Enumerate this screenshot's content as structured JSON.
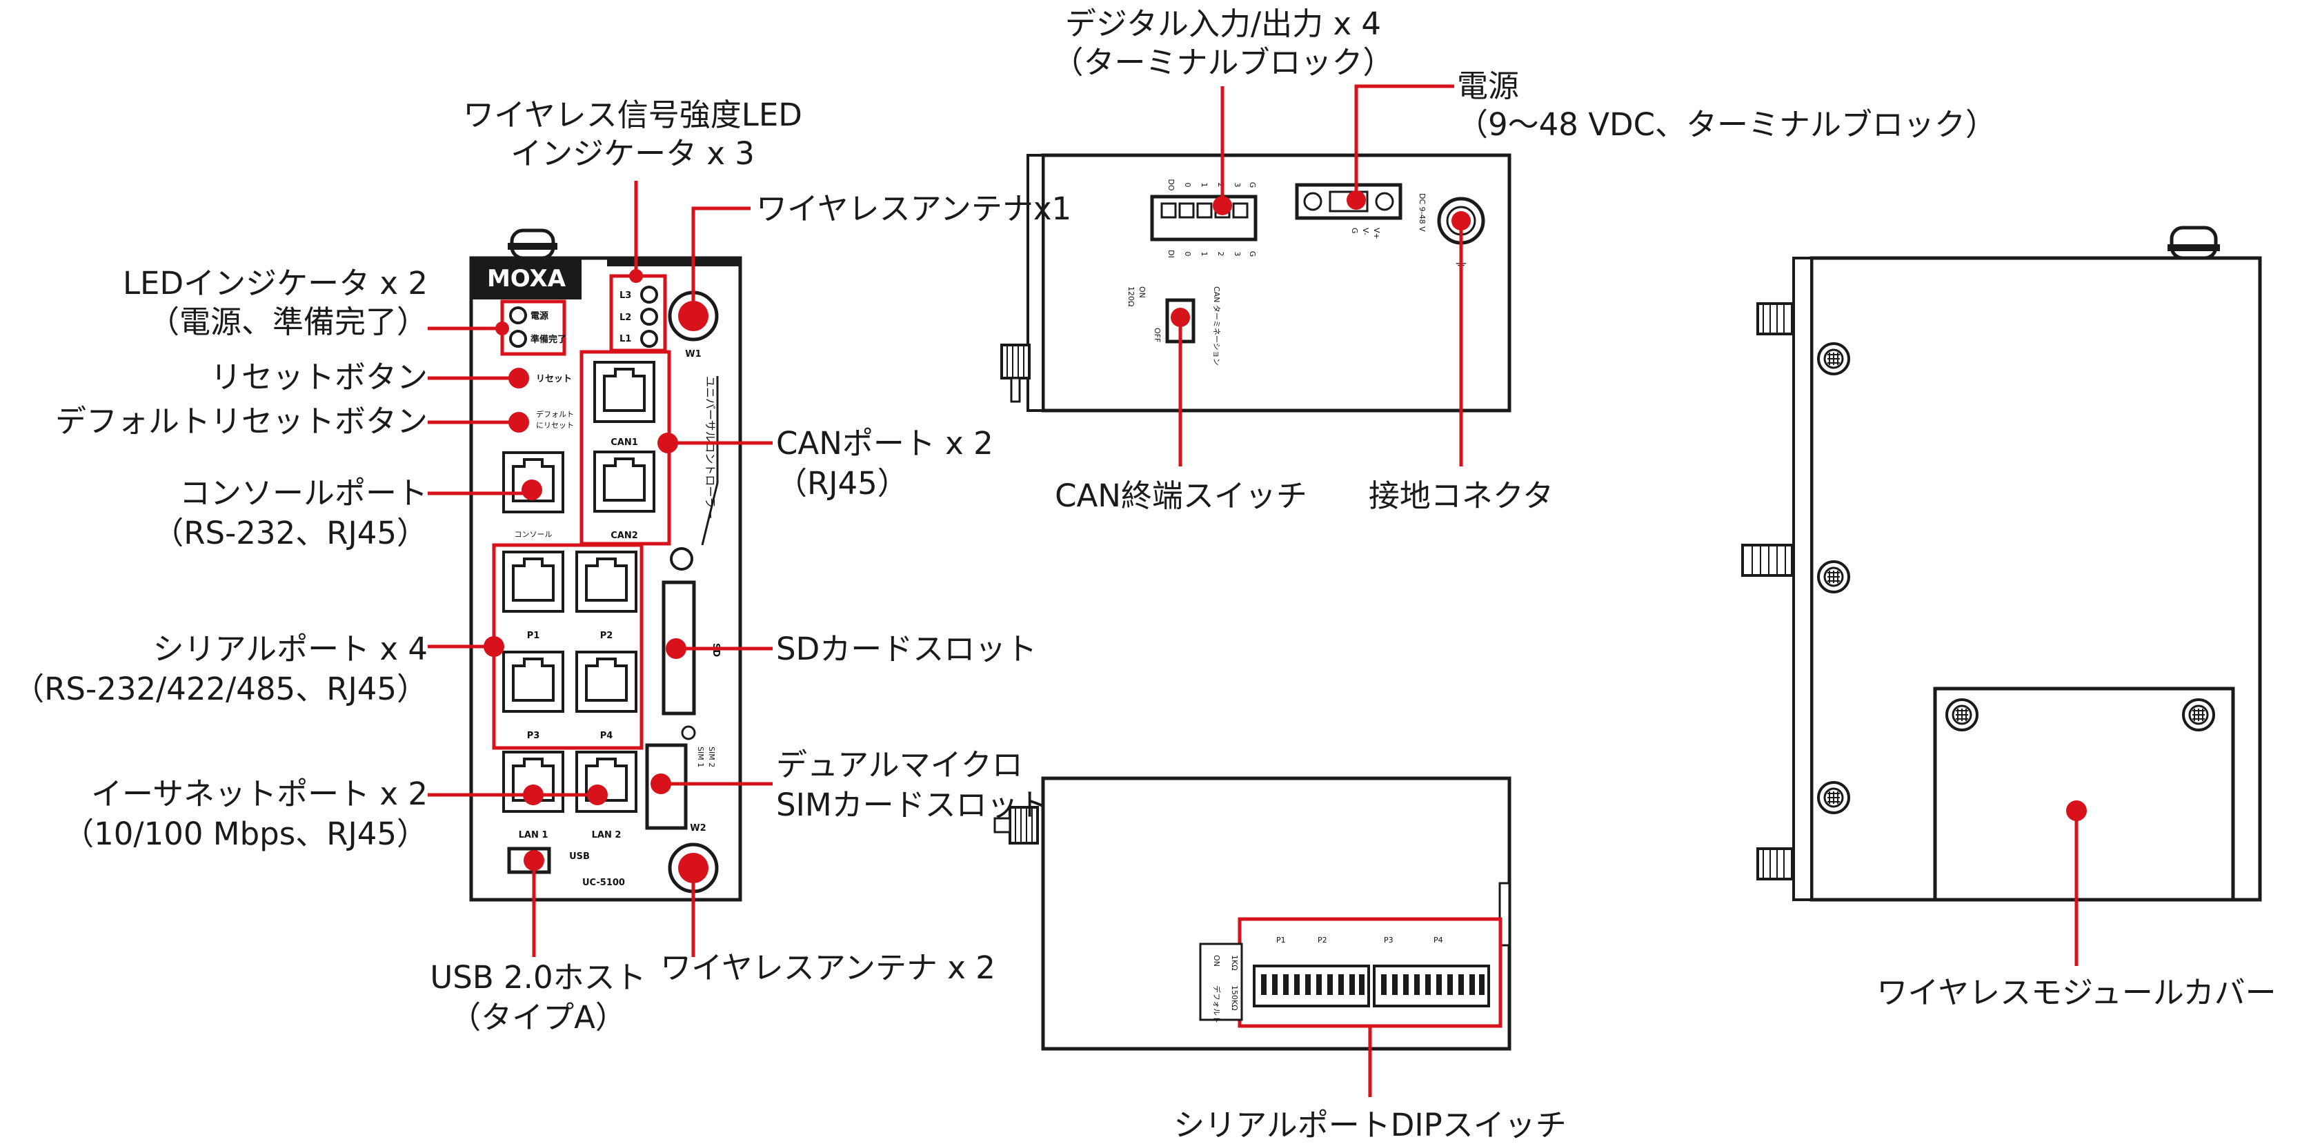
{
  "device": {
    "brand": "MOXA",
    "model": "UC-5100",
    "front_labels": {
      "power": "電源",
      "ready": "準備完了",
      "reset": "リセット",
      "default_reset_1": "デフォルト",
      "default_reset_2": "にリセット",
      "console": "コンソール",
      "can1": "CAN1",
      "can2": "CAN2",
      "p1": "P1",
      "p2": "P2",
      "p3": "P3",
      "p4": "P4",
      "lan1": "LAN 1",
      "lan2": "LAN 2",
      "usb": "USB",
      "w1": "W1",
      "w2": "W2",
      "l1": "L1",
      "l2": "L2",
      "l3": "L3",
      "sd": "SD",
      "sim1": "SIM 1",
      "sim2": "SIM 2",
      "vertical_text": "ユニバーサルコントローラー"
    },
    "top_labels": {
      "dc": "DC 9-48 V",
      "can_term": "CAN ターミネーション",
      "on": "ON",
      "ohm": "120Ω",
      "off": "OFF",
      "vplus": "V+",
      "vminus": "V-",
      "gnd": "G",
      "di": "DI",
      "do": "DO",
      "pin_top": [
        "DO",
        "0",
        "1",
        "2",
        "3",
        "G"
      ],
      "pin_bottom": [
        "DI",
        "0",
        "1",
        "2",
        "3",
        "G"
      ]
    },
    "bottom_labels": {
      "on": "ON",
      "kohm1": "1KΩ",
      "default": "デフォルト",
      "kohm150": "150KΩ",
      "p1": "P1",
      "p2": "P2",
      "p3": "P3",
      "p4": "P4"
    }
  },
  "callouts": {
    "led_indicators": [
      "LEDインジケータ x 2",
      "（電源、準備完了）"
    ],
    "reset_button": [
      "リセットボタン"
    ],
    "default_reset_button": [
      "デフォルトリセットボタン"
    ],
    "console_port": [
      "コンソールポート",
      "（RS-232、RJ45）"
    ],
    "serial_ports": [
      "シリアルポート x 4",
      "（RS-232/422/485、RJ45）"
    ],
    "ethernet_ports": [
      "イーサネットポート x 2",
      "（10/100 Mbps、RJ45）"
    ],
    "usb_host": [
      "USB 2.0ホスト",
      "（タイプA）"
    ],
    "wireless_antenna_2": [
      "ワイヤレスアンテナ x 2"
    ],
    "signal_led": [
      "ワイヤレス信号強度LED",
      "インジケータ x 3"
    ],
    "wireless_antenna_1": [
      "ワイヤレスアンテナx1"
    ],
    "can_ports": [
      "CANポート x 2",
      "（RJ45）"
    ],
    "sd_slot": [
      "SDカードスロット"
    ],
    "dual_sim": [
      "デュアルマイクロ",
      "SIMカードスロット"
    ],
    "digital_io": [
      "デジタル入力/出力 x 4",
      "（ターミナルブロック）"
    ],
    "power": [
      "電源",
      "（9～48 VDC、ターミナルブロック）"
    ],
    "can_switch": [
      "CAN終端スイッチ"
    ],
    "ground_connector": [
      "接地コネクタ"
    ],
    "serial_dip": [
      "シリアルポートDIPスイッチ"
    ],
    "module_cover": [
      "ワイヤレスモジュールカバー"
    ]
  },
  "colors": {
    "accent_red": "#d7121a",
    "line": "#1a1a1a",
    "background": "#ffffff"
  }
}
